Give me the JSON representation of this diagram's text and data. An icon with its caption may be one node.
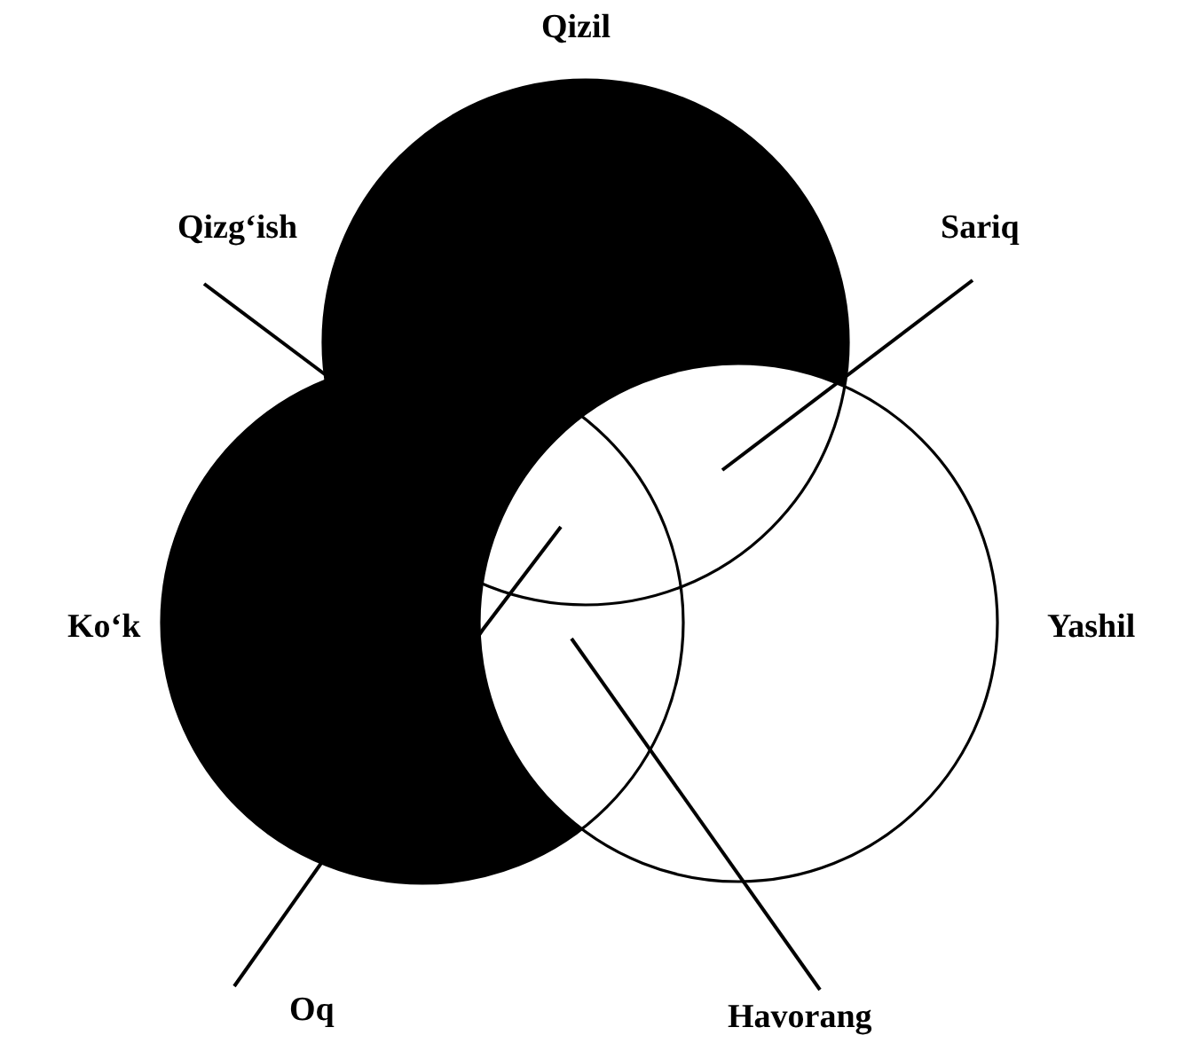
{
  "diagram": {
    "nodes": [
      {
        "text": [
          "Qizg‘ish"
        ]
      },
      {
        "text": [
          "Sariq"
        ]
      },
      {
        "text": [
          "Oq"
        ]
      },
      {
        "text": [
          "Havorang"
        ]
      }
    ],
    "edges": [
      {
        "from": 0,
        "to": null,
        "arrow": "none"
      },
      {
        "from": 1,
        "to": null,
        "arrow": "none"
      },
      {
        "from": 2,
        "to": null,
        "arrow": "none"
      },
      {
        "from": 3,
        "to": null,
        "arrow": "none"
      }
    ],
    "labels": [
      "Qizil",
      "Ko‘k",
      "Yashil"
    ]
  }
}
